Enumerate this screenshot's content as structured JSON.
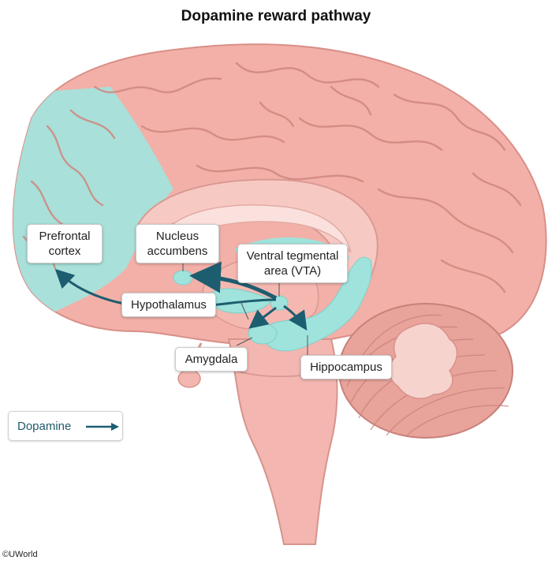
{
  "title": "Dopamine reward pathway",
  "labels": {
    "prefrontal_cortex": "Prefrontal\ncortex",
    "nucleus_accumbens": "Nucleus\naccumbens",
    "vta": "Ventral tegmental\narea (VTA)",
    "hypothalamus": "Hypothalamus",
    "amygdala": "Amygdala",
    "hippocampus": "Hippocampus"
  },
  "legend": {
    "label": "Dopamine"
  },
  "copyright": "©UWorld",
  "colors": {
    "brain": "#f0a9a0",
    "gyri_line": "#c87a74",
    "pathway": "#9fe3dc",
    "arrow": "#1d5d70",
    "brainstem": "#f3b6b0",
    "cerebellum": "#e9a49c"
  }
}
